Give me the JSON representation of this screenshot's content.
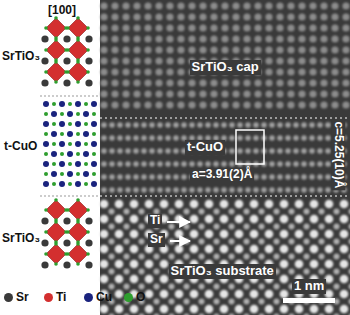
{
  "diagram": {
    "labels": [
      "[100]",
      "SrTiO₃",
      "t-CuO",
      "SrTiO₃",
      "SrTiO₃ cap",
      "t-CuO",
      "a=3.91(2)Å",
      "c=5.25(10)Å",
      "Ti",
      "Sr",
      "SrTiO₃ substrate",
      "1 nm"
    ],
    "legend": [
      {
        "text": "Sr",
        "color": "#3a3a3a"
      },
      {
        "text": "Ti",
        "color": "#d32f2f"
      },
      {
        "text": "Cu",
        "color": "#1a237e"
      },
      {
        "text": "O",
        "color": "#2e9e2e"
      }
    ]
  }
}
